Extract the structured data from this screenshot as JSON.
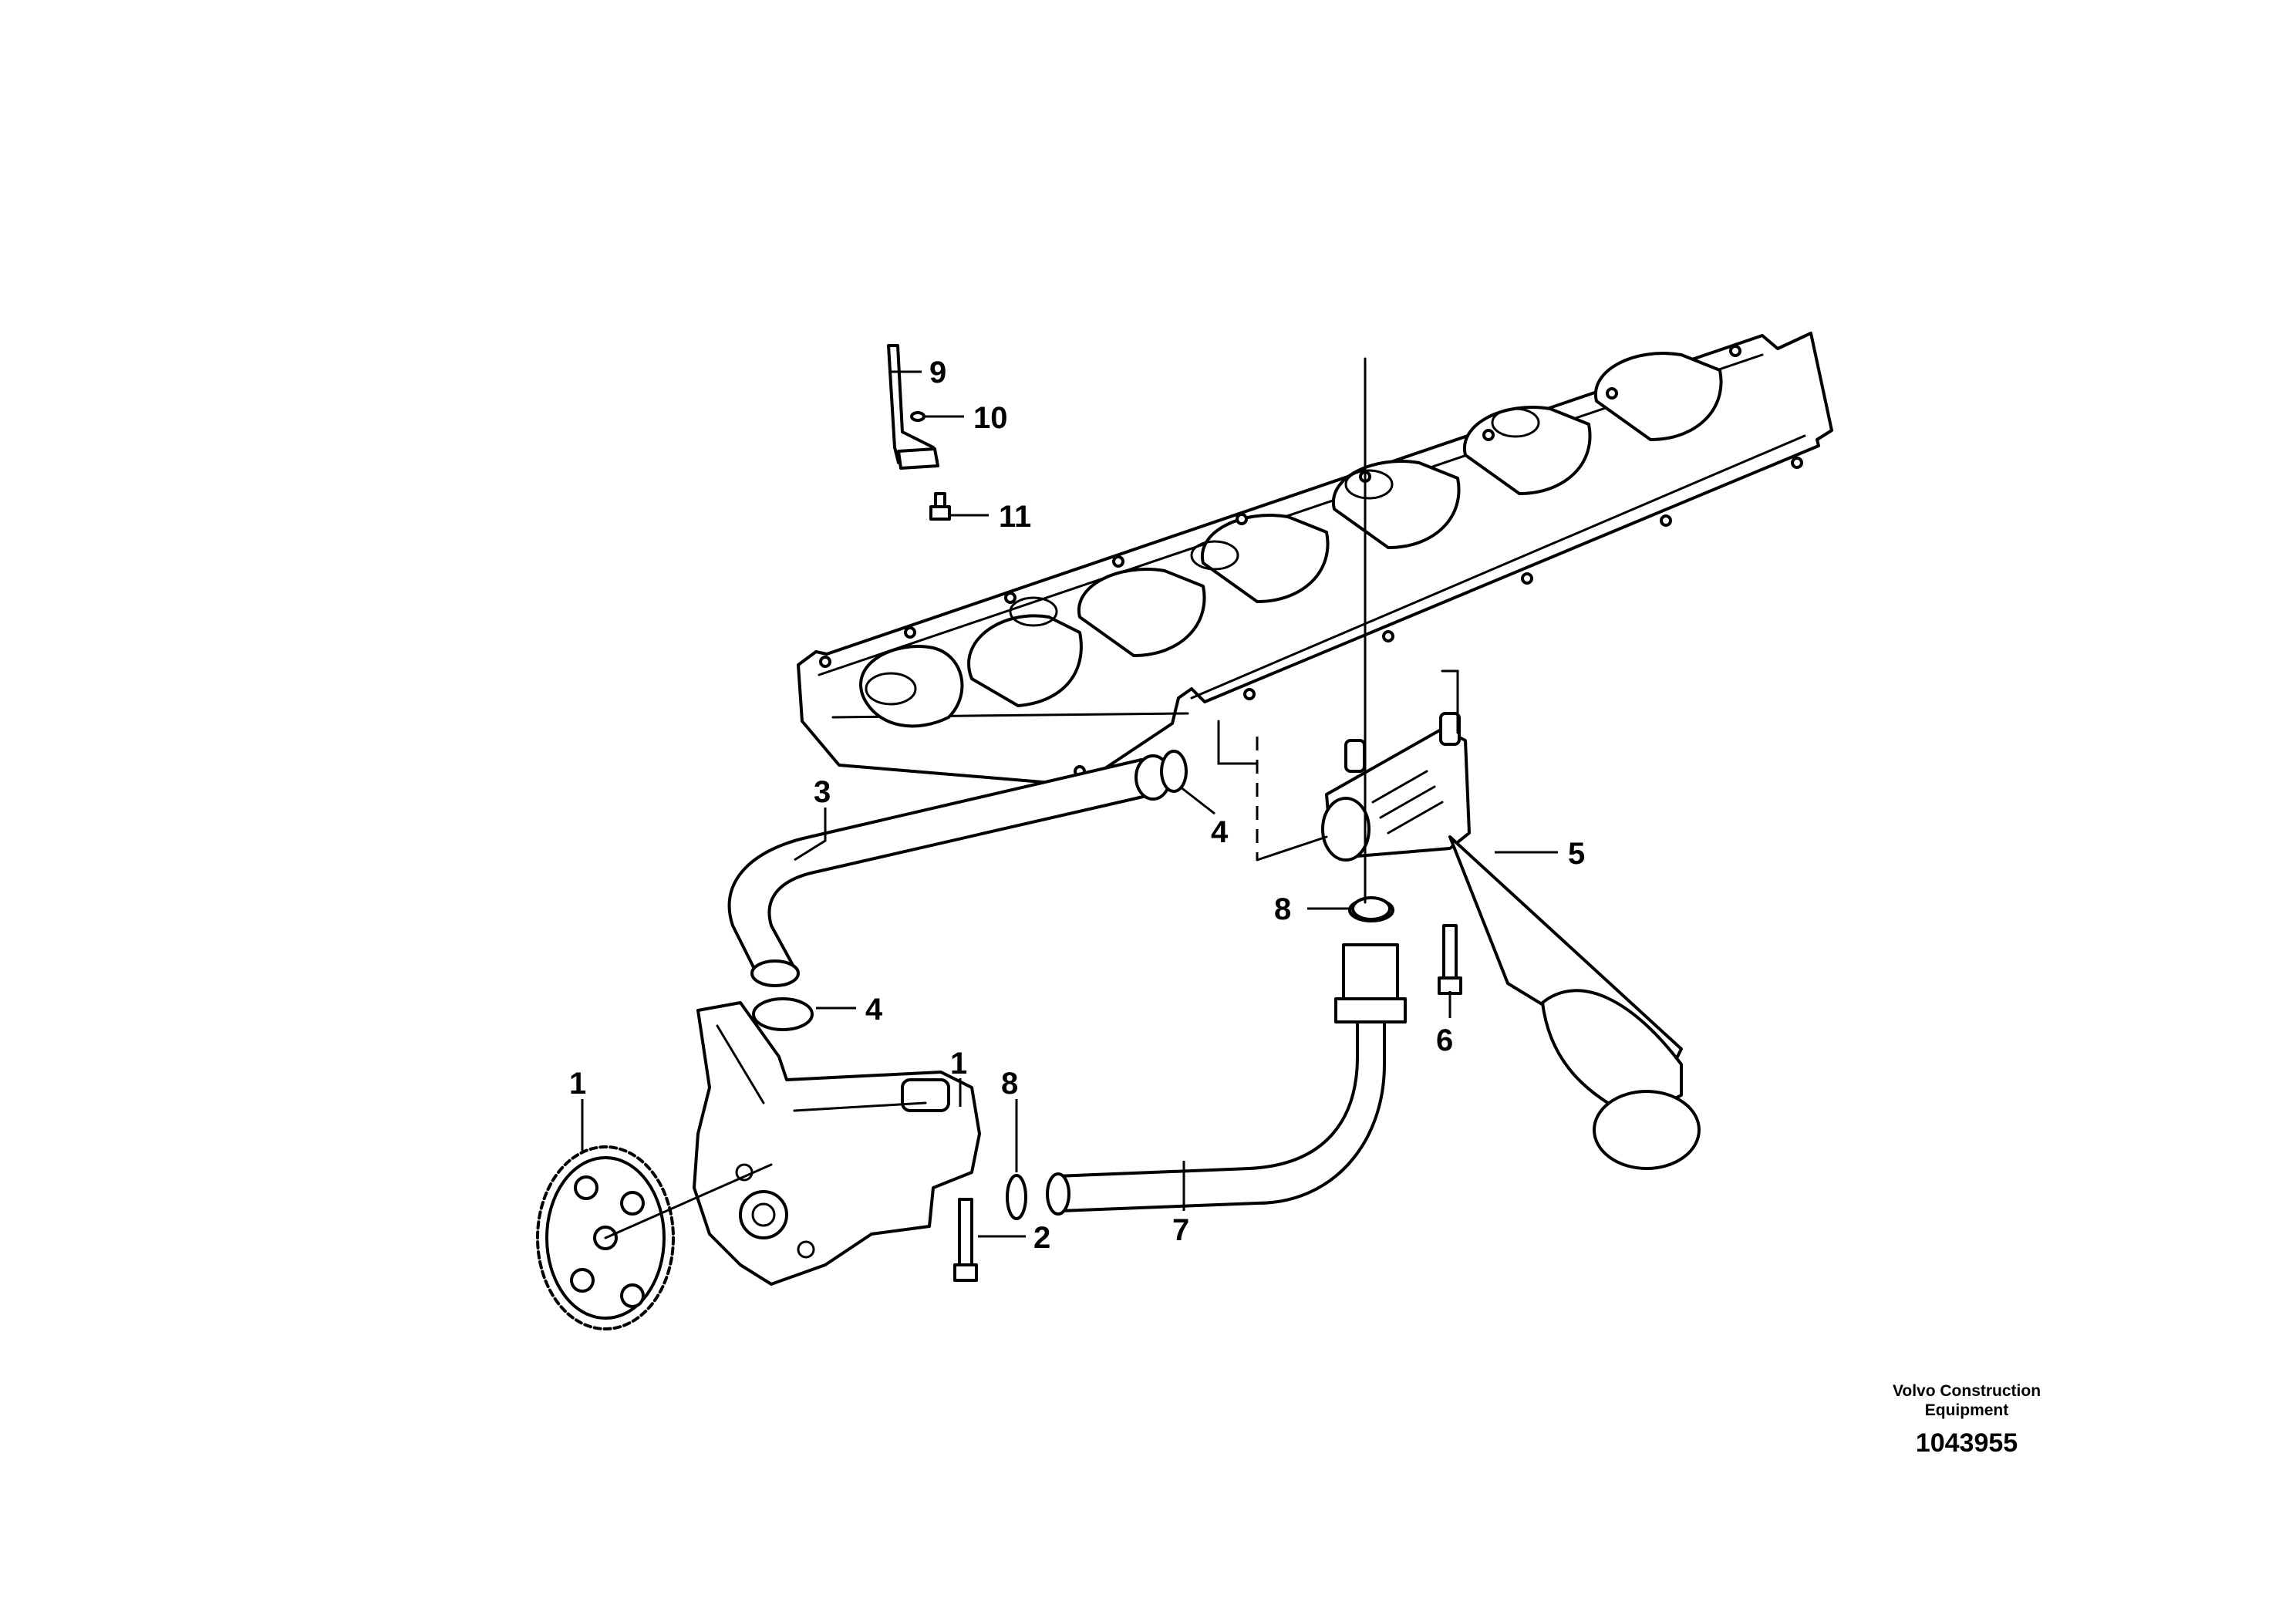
{
  "callouts": [
    {
      "id": "c1a",
      "label": "1"
    },
    {
      "id": "c1b",
      "label": "1"
    },
    {
      "id": "c2",
      "label": "2"
    },
    {
      "id": "c3",
      "label": "3"
    },
    {
      "id": "c4a",
      "label": "4"
    },
    {
      "id": "c4b",
      "label": "4"
    },
    {
      "id": "c5",
      "label": "5"
    },
    {
      "id": "c6",
      "label": "6"
    },
    {
      "id": "c7",
      "label": "7"
    },
    {
      "id": "c8a",
      "label": "8"
    },
    {
      "id": "c8b",
      "label": "8"
    },
    {
      "id": "c9",
      "label": "9"
    },
    {
      "id": "c10",
      "label": "10"
    },
    {
      "id": "c11",
      "label": "11"
    }
  ],
  "brand": {
    "line1": "Volvo Construction",
    "line2": "Equipment"
  },
  "drawing_number": "1043955"
}
